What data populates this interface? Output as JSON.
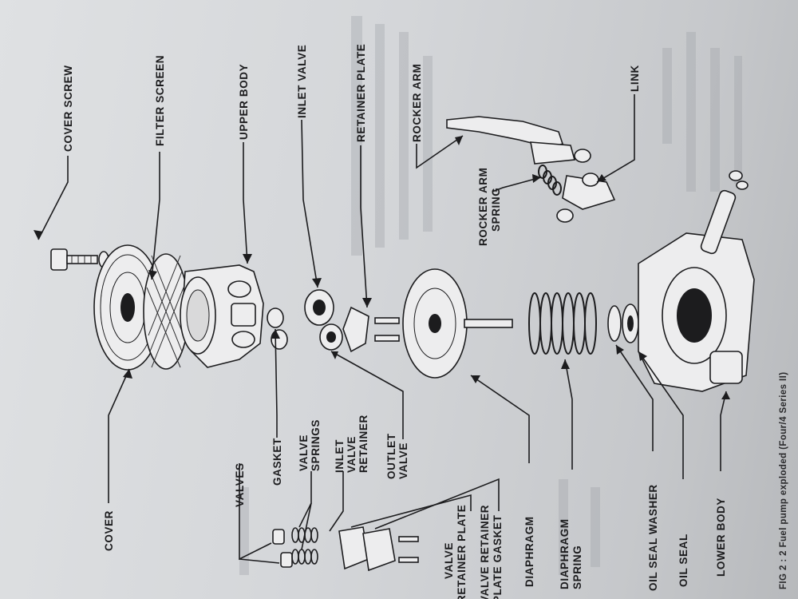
{
  "caption": "FIG 2 : 2   Fuel pump exploded (Four/4 Series II)",
  "labels": {
    "cover_screw": "COVER SCREW",
    "filter_screen": "FILTER SCREEN",
    "upper_body": "UPPER BODY",
    "inlet_valve": "INLET VALVE",
    "retainer_plate": "RETAINER PLATE",
    "rocker_arm": "ROCKER ARM",
    "link": "LINK",
    "rocker_arm_spring_1": "ROCKER ARM",
    "rocker_arm_spring_2": "SPRING",
    "cover": "COVER",
    "valves": "VALVES",
    "gasket": "GASKET",
    "valve_springs_1": "VALVE",
    "valve_springs_2": "SPRINGS",
    "inlet_valve_retainer_1": "INLET",
    "inlet_valve_retainer_2": "VALVE",
    "inlet_valve_retainer_3": "RETAINER",
    "outlet_valve_1": "OUTLET",
    "outlet_valve_2": "VALVE",
    "valve_retainer_plate_1": "VALVE",
    "valve_retainer_plate_2": "RETAINER PLATE",
    "valve_retainer_plate_gasket_1": "VALVE RETAINER",
    "valve_retainer_plate_gasket_2": "PLATE GASKET",
    "diaphragm": "DIAPHRAGM",
    "diaphragm_spring_1": "DIAPHRAGM",
    "diaphragm_spring_2": "SPRING",
    "oil_seal_washer": "OIL SEAL WASHER",
    "oil_seal": "OIL SEAL",
    "lower_body": "LOWER BODY"
  }
}
